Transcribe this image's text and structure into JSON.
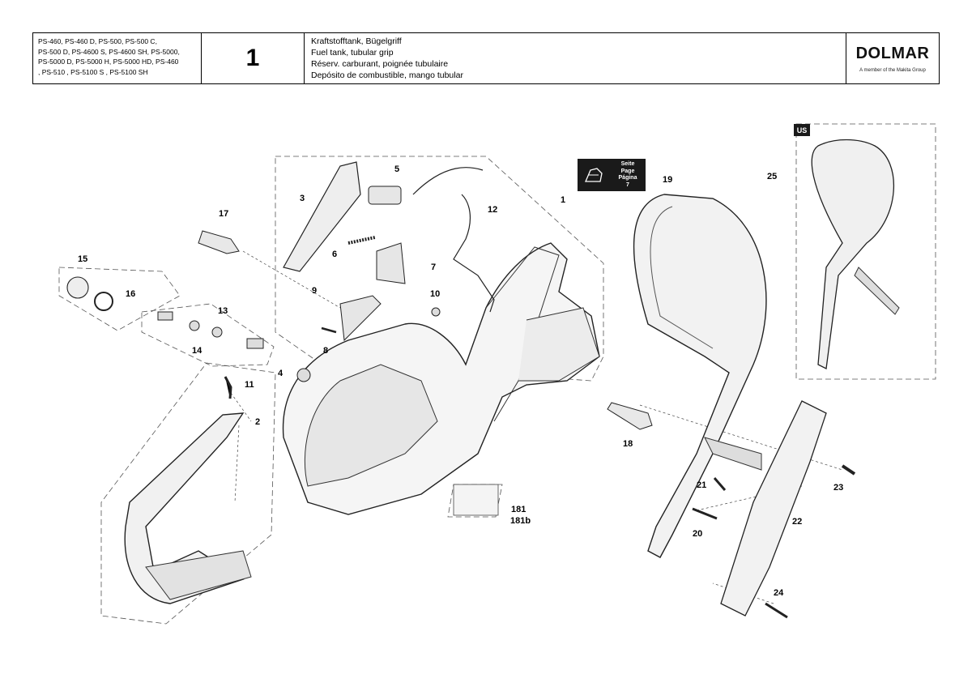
{
  "header": {
    "models_lines": [
      "PS-460, PS-460 D, PS-500, PS-500 C,",
      "PS-500 D, PS-4600 S, PS-4600 SH, PS-5000,",
      "PS-5000 D, PS-5000 H, PS-5000 HD, PS-460",
      ", PS-510 , PS-5100 S , PS-5100 SH"
    ],
    "page_number": "1",
    "titles": [
      "Kraftstofftank, Bügelgriff",
      "Fuel tank, tubular grip",
      "Réserv. carburant, poignée tubulaire",
      "Depósito de combustible, mango tubular"
    ],
    "brand": "DOLMAR",
    "brand_tagline": "A member of the Makita Group"
  },
  "badges": {
    "us": "US",
    "see_page": [
      "Seite",
      "Page",
      "Página",
      "7"
    ]
  },
  "callouts": {
    "c1": "1",
    "c2": "2",
    "c3": "3",
    "c4": "4",
    "c5": "5",
    "c6": "6",
    "c7": "7",
    "c8": "8",
    "c9": "9",
    "c10": "10",
    "c11": "11",
    "c12": "12",
    "c13": "13",
    "c14": "14",
    "c15": "15",
    "c16": "16",
    "c17": "17",
    "c18": "18",
    "c19": "19",
    "c20": "20",
    "c21": "21",
    "c22": "22",
    "c23": "23",
    "c24": "24",
    "c25": "25",
    "c181": "181",
    "c181b": "181b"
  }
}
